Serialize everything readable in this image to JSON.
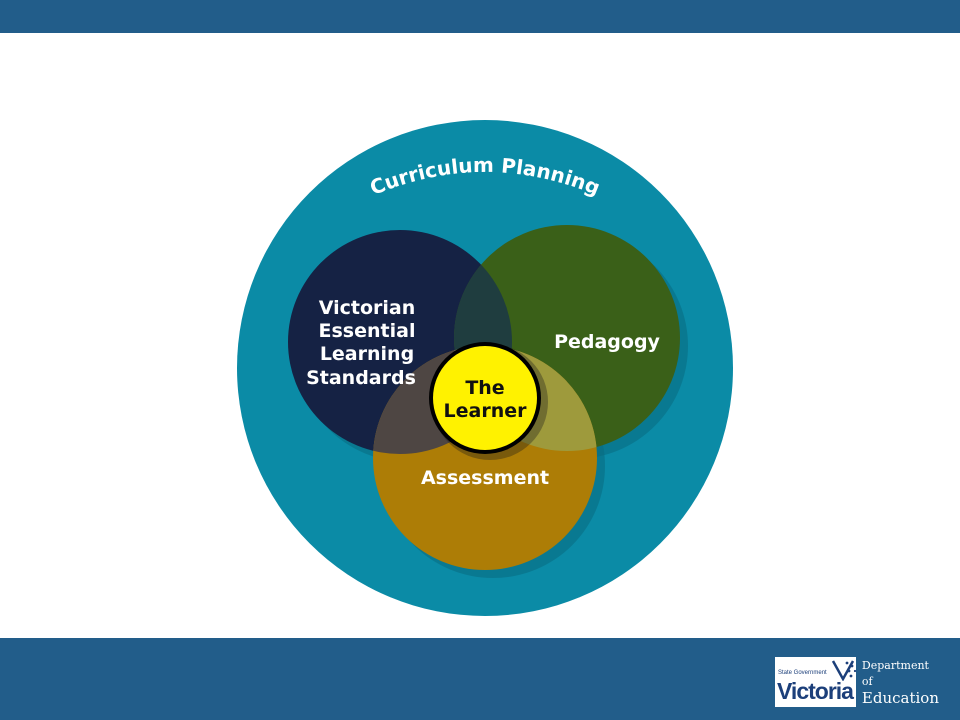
{
  "diagram": {
    "outer_label": "Curriculum Planning",
    "circles": {
      "standards": [
        "Victorian",
        "Essential",
        "Learning",
        "Standards"
      ],
      "pedagogy": "Pedagogy",
      "assessment": "Assessment",
      "learner": [
        "The",
        "Learner"
      ]
    }
  },
  "logo": {
    "small_text": "State Government",
    "big_text": "Victoria",
    "dept_line1": "Department of",
    "dept_line2": "Education"
  },
  "colors": {
    "bar": "#225d8a",
    "outer_circle": "#0b8ba6",
    "standards": "#152244",
    "pedagogy": "#3a6018",
    "assessment": "#ad7d06",
    "learner": "#fff200"
  }
}
